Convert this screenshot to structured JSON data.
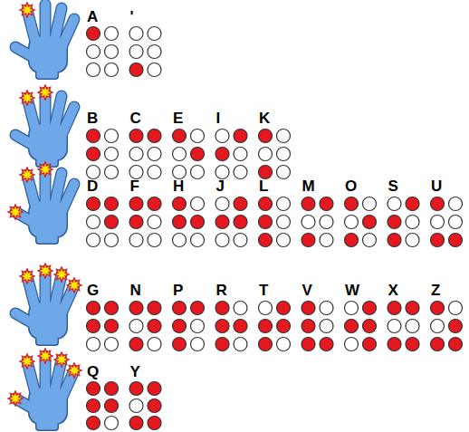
{
  "diagram": {
    "labels": [
      "A",
      "'",
      "B",
      "C",
      "E",
      "I",
      "K",
      "D",
      "F",
      "H",
      "J",
      "L",
      "M",
      "O",
      "S",
      "U",
      "G",
      "N",
      "P",
      "R",
      "T",
      "V",
      "W",
      "X",
      "Z",
      "Q",
      "Y"
    ]
  }
}
